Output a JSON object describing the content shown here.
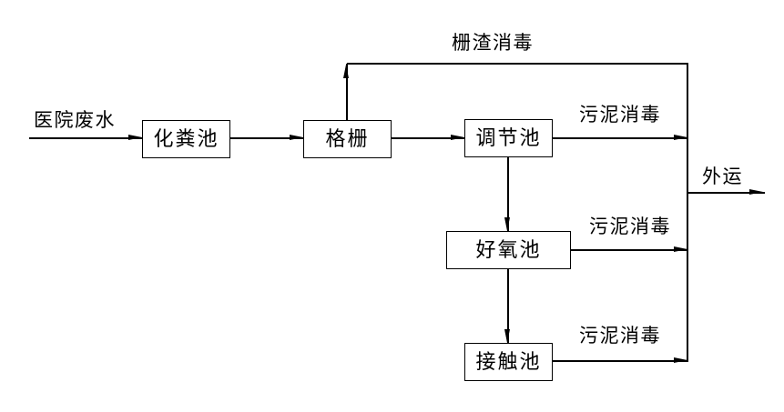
{
  "diagram": {
    "type": "process-flowchart",
    "subject": "hospital wastewater treatment",
    "source_label": "医院废水",
    "nodes": [
      {
        "id": "septic-tank",
        "label": "化粪池"
      },
      {
        "id": "bar-screen",
        "label": "格栅"
      },
      {
        "id": "equalization-tank",
        "label": "调节池"
      },
      {
        "id": "aerobic-tank",
        "label": "好氧池"
      },
      {
        "id": "contact-tank",
        "label": "接触池"
      }
    ],
    "flow_labels": {
      "screenings_disinfection": "栅渣消毒",
      "sludge_disinfection_1": "污泥消毒",
      "sludge_disinfection_2": "污泥消毒",
      "sludge_disinfection_3": "污泥消毒",
      "outward_transport": "外运"
    },
    "edges": [
      {
        "from": "医院废水",
        "to": "化粪池",
        "label": ""
      },
      {
        "from": "化粪池",
        "to": "格栅",
        "label": ""
      },
      {
        "from": "格栅",
        "to": "调节池",
        "label": ""
      },
      {
        "from": "格栅",
        "to": "外运",
        "label": "栅渣消毒"
      },
      {
        "from": "调节池",
        "to": "好氧池",
        "label": ""
      },
      {
        "from": "调节池",
        "to": "外运",
        "label": "污泥消毒"
      },
      {
        "from": "好氧池",
        "to": "接触池",
        "label": ""
      },
      {
        "from": "好氧池",
        "to": "外运",
        "label": "污泥消毒"
      },
      {
        "from": "接触池",
        "to": "外运",
        "label": "污泥消毒"
      }
    ],
    "colors": {
      "line": "#000000",
      "text": "#000000",
      "background": "#ffffff"
    }
  }
}
